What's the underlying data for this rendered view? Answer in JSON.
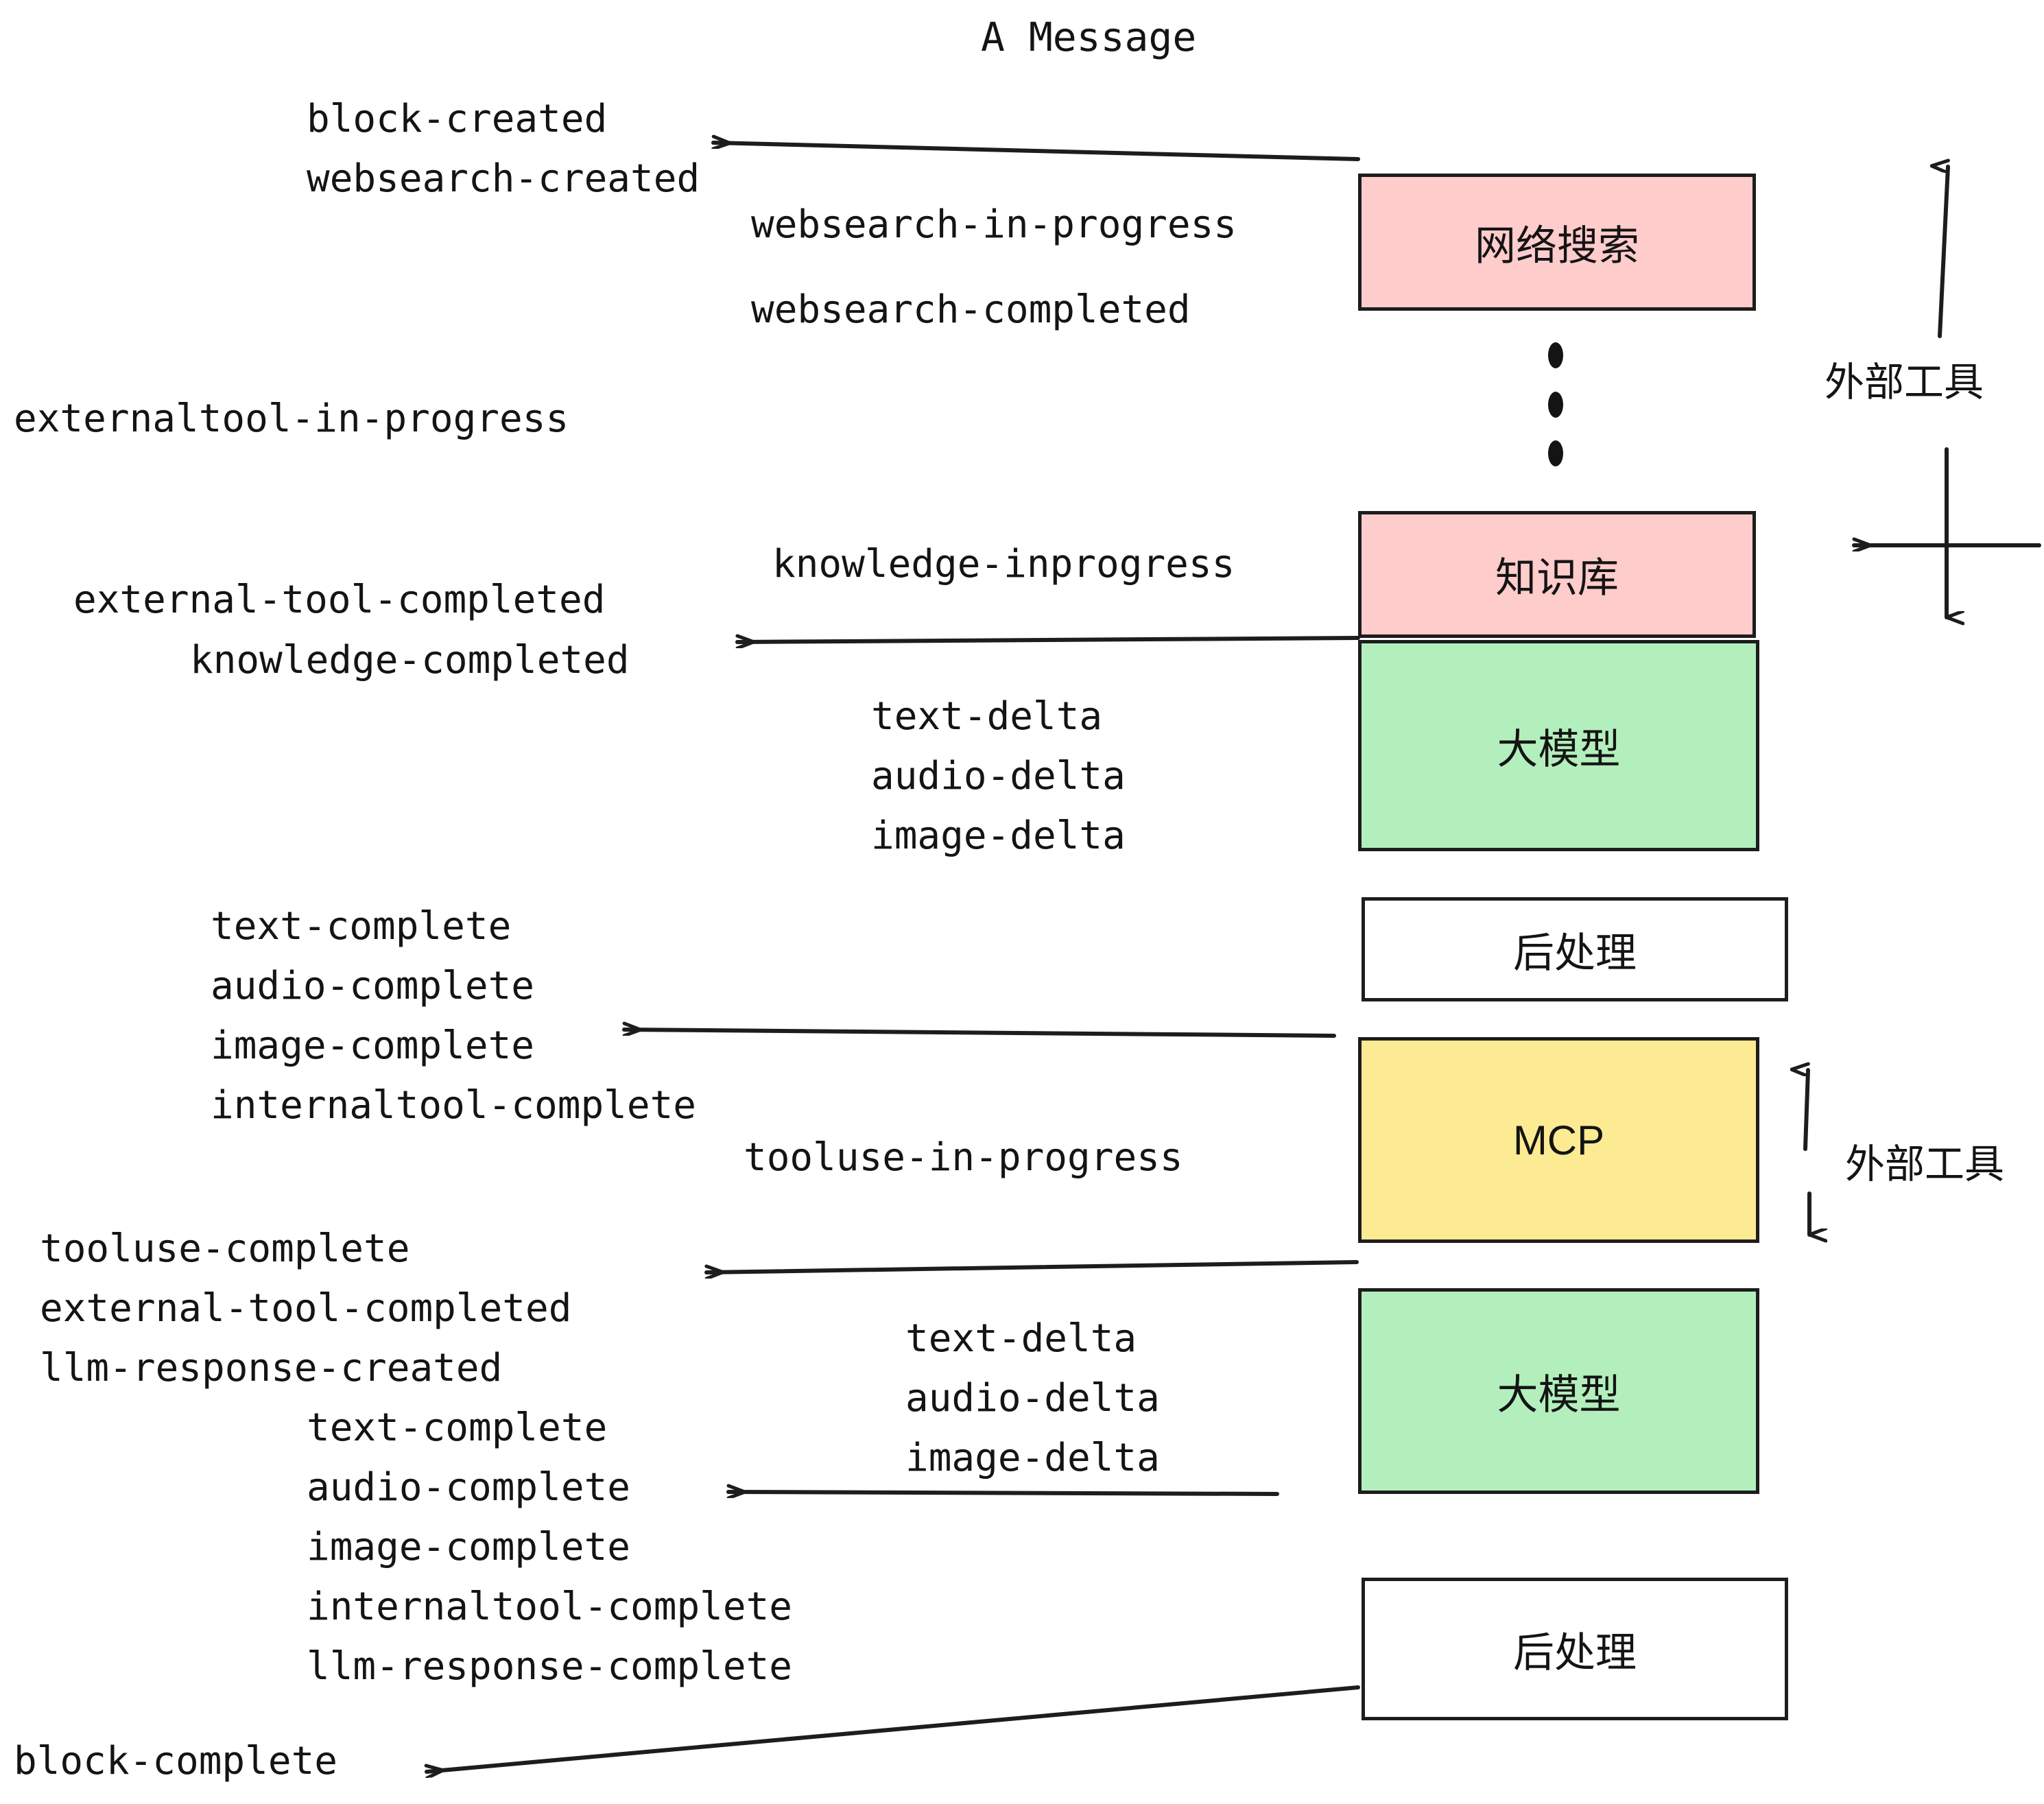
{
  "title": "A Message",
  "colors": {
    "pink": "#FFCCCC",
    "green": "#B3EFBC",
    "yellow": "#FCEB92",
    "white": "#FFFFFF",
    "stroke": "#1d1d1d",
    "text": "#141414"
  },
  "boxes": [
    {
      "id": "websearch",
      "label": "网络搜索",
      "fill": "pink"
    },
    {
      "id": "knowledge",
      "label": "知识库",
      "fill": "pink"
    },
    {
      "id": "llm-top",
      "label": "大模型",
      "fill": "green"
    },
    {
      "id": "postprocess-top",
      "label": "后处理",
      "fill": "white"
    },
    {
      "id": "mcp",
      "label": "MCP",
      "fill": "yellow"
    },
    {
      "id": "llm-bottom",
      "label": "大模型",
      "fill": "green"
    },
    {
      "id": "postprocess-bottom",
      "label": "后处理",
      "fill": "white"
    }
  ],
  "group_labels": [
    {
      "id": "external-tool-top",
      "label": "外部工具"
    },
    {
      "id": "external-tool-bottom",
      "label": "外部工具"
    }
  ],
  "events": [
    {
      "id": "block-created",
      "label": "block-created"
    },
    {
      "id": "websearch-created",
      "label": "websearch-created"
    },
    {
      "id": "websearch-in-progress",
      "label": "websearch-in-progress"
    },
    {
      "id": "websearch-completed",
      "label": "websearch-completed"
    },
    {
      "id": "externaltool-in-progress",
      "label": "externaltool-in-progress"
    },
    {
      "id": "knowledge-inprogress",
      "label": "knowledge-inprogress"
    },
    {
      "id": "external-tool-completed-1",
      "label": "external-tool-completed"
    },
    {
      "id": "knowledge-completed",
      "label": "knowledge-completed"
    },
    {
      "id": "text-delta-1",
      "label": "text-delta"
    },
    {
      "id": "audio-delta-1",
      "label": "audio-delta"
    },
    {
      "id": "image-delta-1",
      "label": "image-delta"
    },
    {
      "id": "text-complete-1",
      "label": "text-complete"
    },
    {
      "id": "audio-complete-1",
      "label": "audio-complete"
    },
    {
      "id": "image-complete-1",
      "label": "image-complete"
    },
    {
      "id": "internaltool-complete-1",
      "label": "internaltool-complete"
    },
    {
      "id": "tooluse-in-progress",
      "label": "tooluse-in-progress"
    },
    {
      "id": "tooluse-complete",
      "label": "tooluse-complete"
    },
    {
      "id": "external-tool-completed-2",
      "label": "external-tool-completed"
    },
    {
      "id": "llm-response-created",
      "label": "llm-response-created"
    },
    {
      "id": "text-delta-2",
      "label": "text-delta"
    },
    {
      "id": "audio-delta-2",
      "label": "audio-delta"
    },
    {
      "id": "image-delta-2",
      "label": "image-delta"
    },
    {
      "id": "text-complete-2",
      "label": "text-complete"
    },
    {
      "id": "audio-complete-2",
      "label": "audio-complete"
    },
    {
      "id": "image-complete-2",
      "label": "image-complete"
    },
    {
      "id": "internaltool-complete-2",
      "label": "internaltool-complete"
    },
    {
      "id": "llm-response-complete",
      "label": "llm-response-complete"
    },
    {
      "id": "block-complete",
      "label": "block-complete"
    }
  ]
}
